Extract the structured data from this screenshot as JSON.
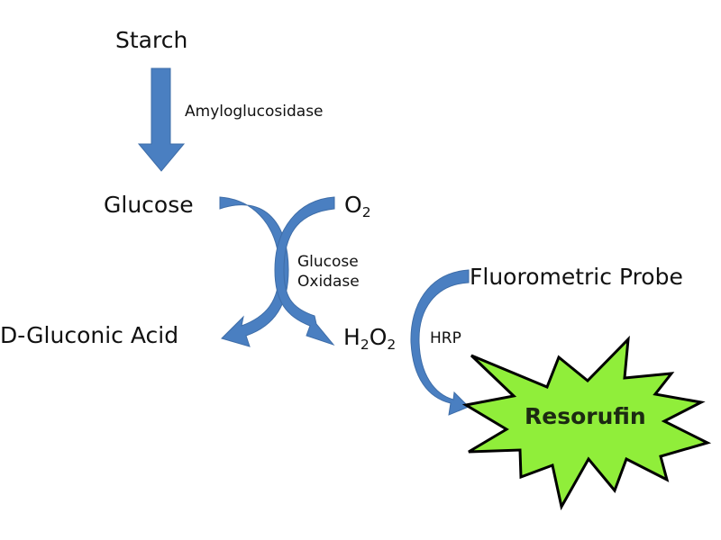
{
  "title": "Starch fluorometric assay reaction scheme",
  "colors": {
    "arrow": "#4a7fc1",
    "arrow_dark": "#3e6da8",
    "burst_fill": "#90ee3a",
    "burst_stroke": "#000000",
    "text": "#111111"
  },
  "nodes": {
    "starch": "Starch",
    "glucose": "Glucose",
    "oxygen": {
      "base": "O",
      "sub": "2"
    },
    "gluconic_acid": "D-Gluconic Acid",
    "hydrogen_peroxide": {
      "h": "H",
      "sub1": "2",
      "o": "O",
      "sub2": "2"
    },
    "fluorometric_probe": "Fluorometric Probe",
    "resorufin": "Resorufin"
  },
  "enzymes": {
    "amyloglucosidase": "Amyloglucosidase",
    "glucose_oxidase_line1": "Glucose",
    "glucose_oxidase_line2": "Oxidase",
    "hrp": "HRP"
  },
  "edges": [
    {
      "from": "Starch",
      "to": "Glucose",
      "enzyme": "Amyloglucosidase"
    },
    {
      "from": "Glucose",
      "to": "D-Gluconic Acid",
      "enzyme": "Glucose Oxidase"
    },
    {
      "from": "O2",
      "to": "H2O2",
      "enzyme": "Glucose Oxidase"
    },
    {
      "from": "H2O2 + Fluorometric Probe",
      "to": "Resorufin",
      "enzyme": "HRP"
    }
  ]
}
